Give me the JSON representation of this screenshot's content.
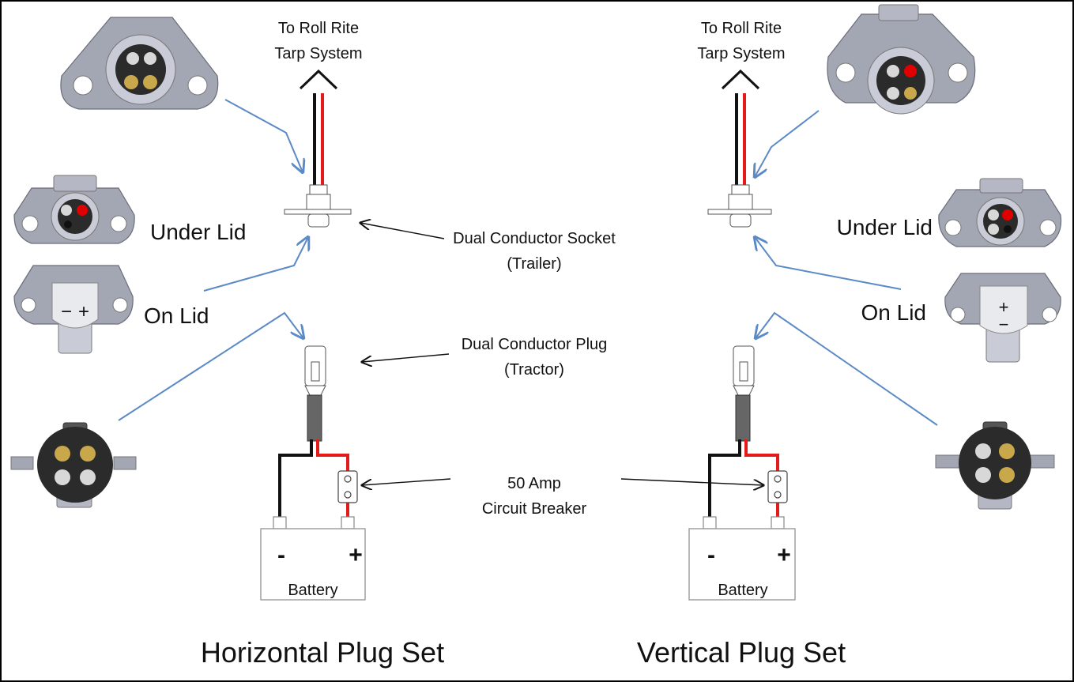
{
  "labels": {
    "to_roll_rite_line1": "To Roll Rite",
    "to_roll_rite_line2": "Tarp System",
    "socket_line1": "Dual Conductor Socket",
    "socket_line2": "(Trailer)",
    "plug_line1": "Dual Conductor Plug",
    "plug_line2": "(Tractor)",
    "breaker_line1": "50 Amp",
    "breaker_line2": "Circuit Breaker",
    "under_lid": "Under Lid",
    "on_lid": "On Lid",
    "battery": "Battery",
    "battery_negative": "-",
    "battery_positive": "+",
    "lid_minus": "−",
    "lid_plus": "+",
    "horizontal_title": "Horizontal Plug Set",
    "vertical_title": "Vertical Plug Set"
  },
  "colors": {
    "frame": "#000000",
    "callout_arrow": "#5b8ac6",
    "pointer_arrow": "#111111",
    "positive_wire": "#e31b1b",
    "negative_wire": "#111111",
    "connector_body": "#a3a6b3",
    "connector_dark": "#2b2b2b",
    "brass_terminal": "#c8a84a",
    "positive_terminal": "#e00000",
    "battery_outline": "#9a9a9a"
  }
}
